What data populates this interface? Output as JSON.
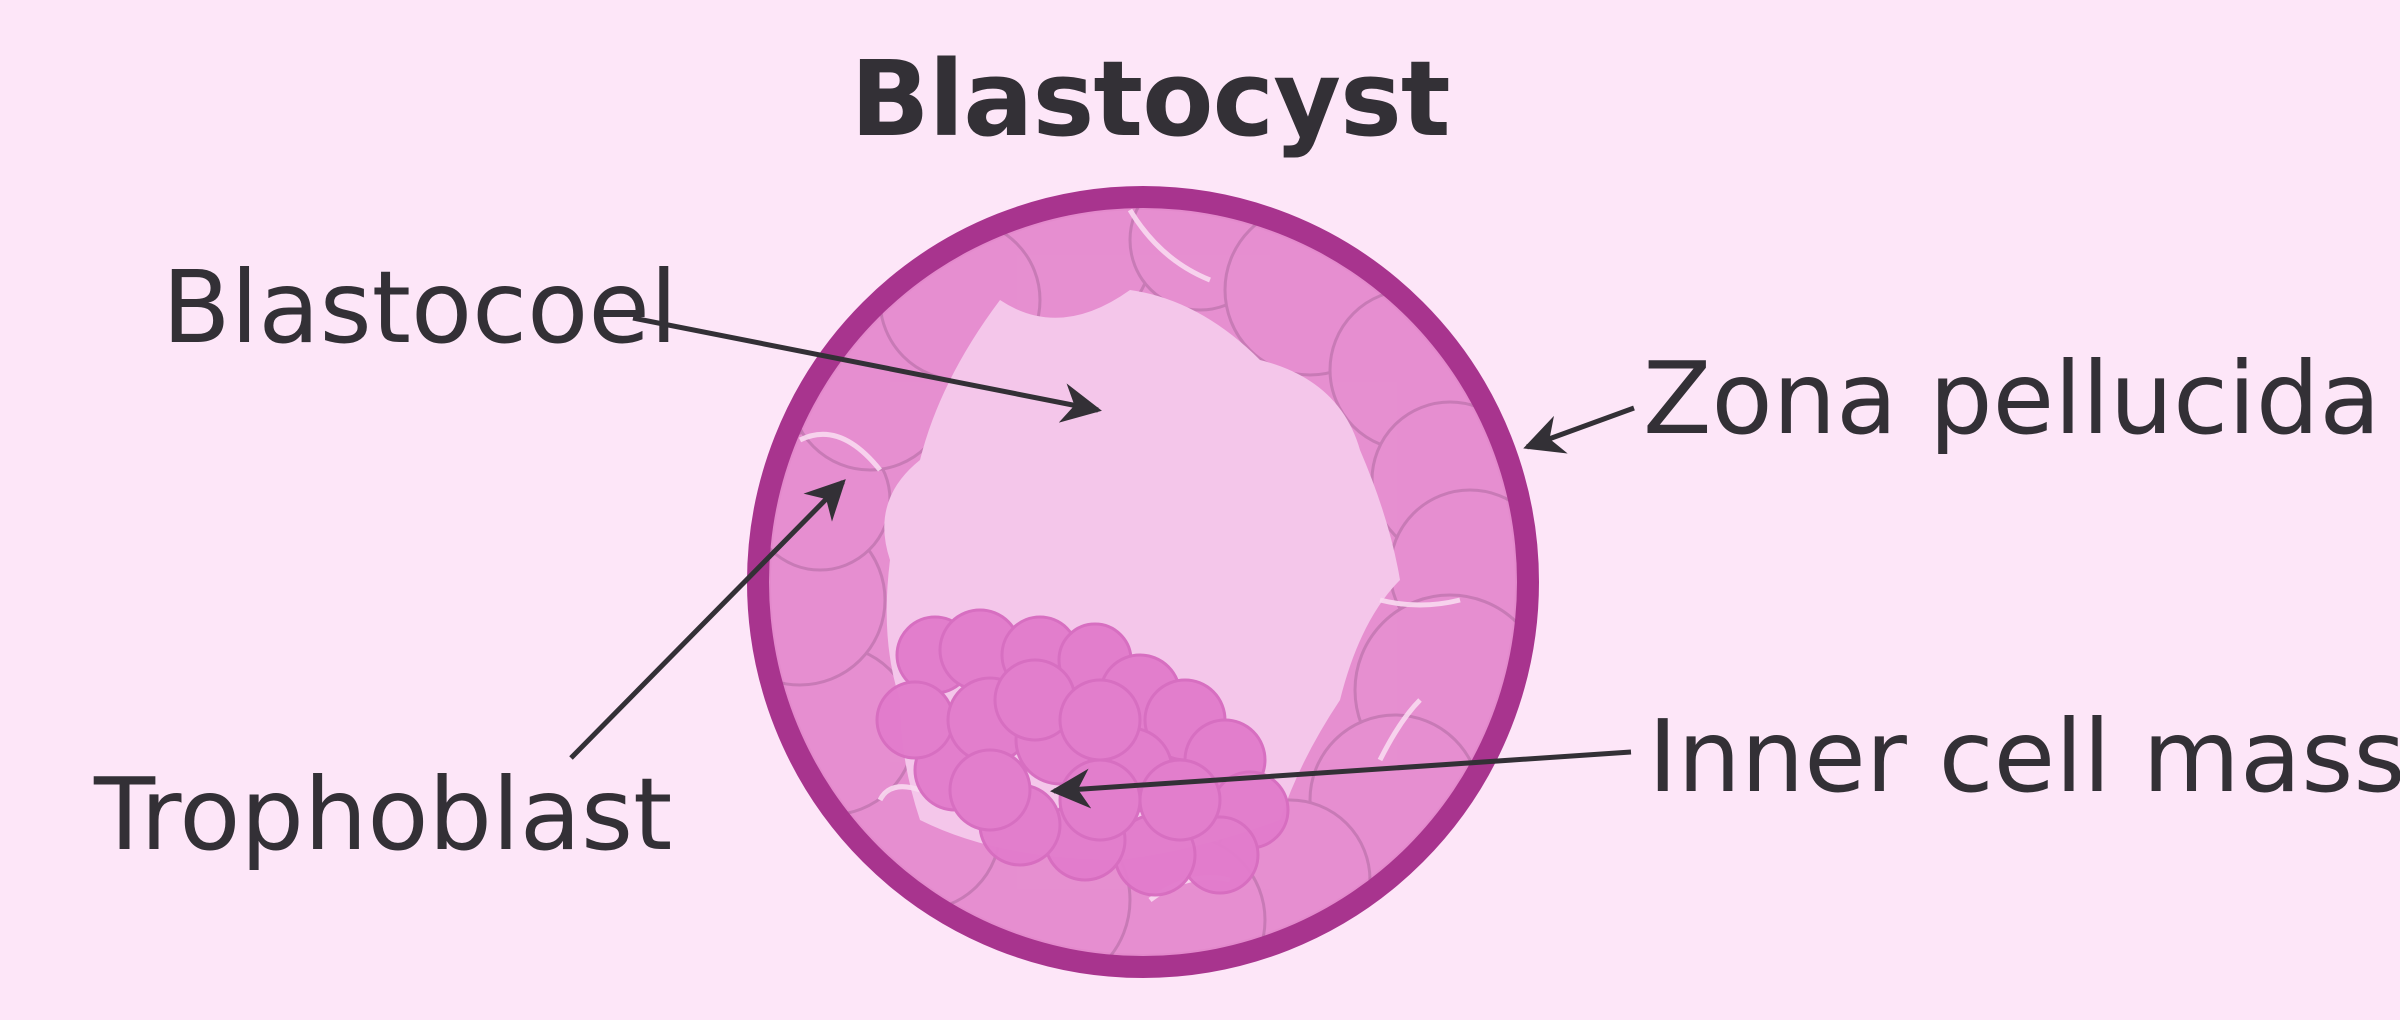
{
  "title": "Blastocyst",
  "labels": {
    "blastocoel": "Blastocoel",
    "zona_pellucida": "Zona pellucida",
    "trophoblast": "Trophoblast",
    "inner_cell_mass": "Inner cell mass"
  },
  "colors": {
    "background": "#fde6f8",
    "zona": "#a8348e",
    "trophoblast_fill": "#e68fd0",
    "cavity": "#f4c6ea",
    "icm_cells": "#e27ccc",
    "text": "#333036"
  }
}
